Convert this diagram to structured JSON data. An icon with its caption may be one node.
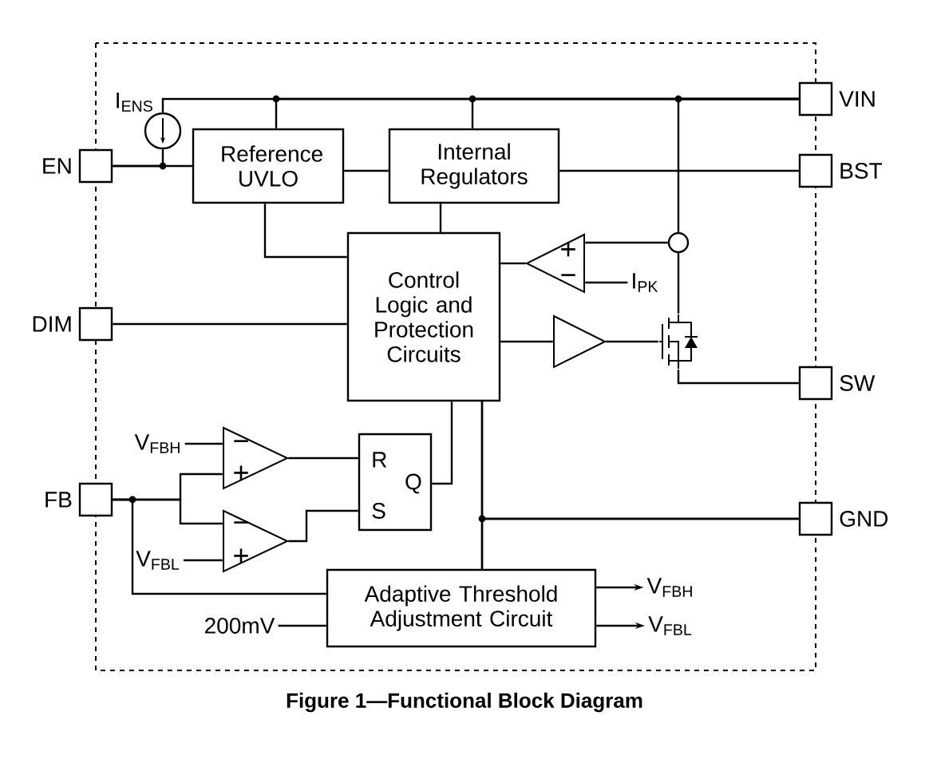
{
  "diagram": {
    "caption": "Figure 1—Functional Block Diagram",
    "nodes": [
      {
        "text": [
          "EN"
        ]
      },
      {
        "text": [
          "DIM"
        ]
      },
      {
        "text": [
          "FB"
        ]
      },
      {
        "text": [
          "VIN"
        ]
      },
      {
        "text": [
          "BST"
        ]
      },
      {
        "text": [
          "SW"
        ]
      },
      {
        "text": [
          "GND"
        ]
      },
      {
        "text": [
          "Reference UVLO"
        ]
      },
      {
        "text": [
          "Internal Regulators"
        ]
      },
      {
        "text": [
          "Control Logic and Protection Circuits"
        ]
      },
      {
        "text": [
          "Adaptive Threshold Adjustment Circuit"
        ]
      },
      {
        "text": [],
        "shape": "circle",
        "beside": [
          "I$_{ENS}$"
        ]
      },
      {
        "text": [
          "+",
          "−"
        ]
      },
      {
        "text": [],
        "shape": "triangle"
      },
      {
        "text": [],
        "shape": "circle"
      },
      {
        "text": [],
        "shape": "transistor"
      },
      {
        "text": [
          "−",
          "+"
        ]
      },
      {
        "text": [
          "−",
          "+"
        ]
      },
      {
        "text": [
          "R",
          "Q",
          "S"
        ]
      },
      {
        "text": [
          "I$_{PK}$"
        ]
      },
      {
        "text": [
          "V$_{FBH}$"
        ]
      },
      {
        "text": [
          "V$_{FBL}$"
        ]
      },
      {
        "text": [
          "V$_{FBH}$"
        ]
      },
      {
        "text": [
          "V$_{FBL}$"
        ]
      },
      {
        "text": [
          "200mV"
        ]
      }
    ],
    "edges": [
      {
        "from": 3,
        "to": 11,
        "arrow": "none"
      },
      {
        "from": 3,
        "to": 7,
        "arrow": "none"
      },
      {
        "from": 3,
        "to": 8,
        "arrow": "none"
      },
      {
        "from": 3,
        "to": 14,
        "arrow": "none"
      },
      {
        "from": 11,
        "to": 0,
        "arrow": "none"
      },
      {
        "from": 0,
        "to": 7,
        "arrow": "none"
      },
      {
        "from": 7,
        "to": 8,
        "arrow": "none"
      },
      {
        "from": 8,
        "to": 4,
        "arrow": "none"
      },
      {
        "from": 8,
        "to": 9,
        "arrow": "none"
      },
      {
        "from": 7,
        "to": 9,
        "arrow": "none"
      },
      {
        "from": 14,
        "to": 12,
        "arrow": "none"
      },
      {
        "from": 12,
        "to": 19,
        "arrow": "none"
      },
      {
        "from": 12,
        "to": 9,
        "arrow": "none"
      },
      {
        "from": 9,
        "to": 13,
        "arrow": "none"
      },
      {
        "from": 13,
        "to": 15,
        "arrow": "none"
      },
      {
        "from": 14,
        "to": 15,
        "arrow": "none"
      },
      {
        "from": 15,
        "to": 5,
        "arrow": "none"
      },
      {
        "from": 1,
        "to": 9,
        "arrow": "none"
      },
      {
        "from": 2,
        "to": 16,
        "arrow": "none"
      },
      {
        "from": 2,
        "to": 17,
        "arrow": "none"
      },
      {
        "from": 2,
        "to": 10,
        "arrow": "none"
      },
      {
        "from": 20,
        "to": 16,
        "arrow": "none"
      },
      {
        "from": 21,
        "to": 17,
        "arrow": "none"
      },
      {
        "from": 16,
        "to": 18,
        "arrow": "none"
      },
      {
        "from": 17,
        "to": 18,
        "arrow": "none"
      },
      {
        "from": 18,
        "to": 9,
        "arrow": "none"
      },
      {
        "from": 9,
        "to": 10,
        "arrow": "none"
      },
      {
        "from": 6,
        "to": 9,
        "arrow": "none"
      },
      {
        "from": 6,
        "to": 10,
        "arrow": "none"
      },
      {
        "from": 10,
        "to": 22,
        "arrow": "to"
      },
      {
        "from": 10,
        "to": 23,
        "arrow": "to"
      },
      {
        "from": 24,
        "to": 10,
        "arrow": "none"
      }
    ]
  }
}
